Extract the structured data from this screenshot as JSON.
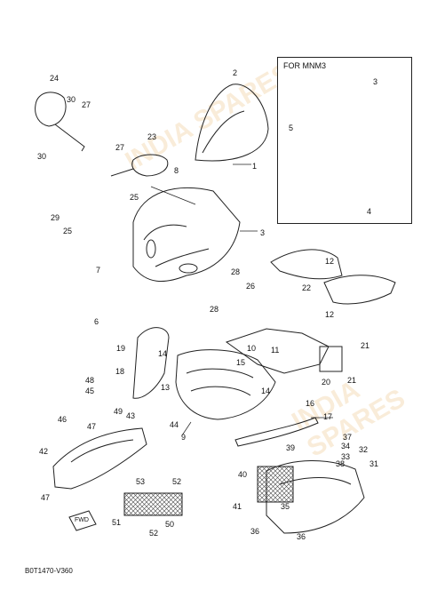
{
  "diagram": {
    "inset_title": "FOR MNM3",
    "drawing_code": "B0T1470-V360",
    "fwd_label": "FWD",
    "watermark": "INDIA SPARES",
    "colors": {
      "ink": "#222222",
      "watermark": "#f2d7ad",
      "mesh": "#444444"
    },
    "part_numbers": [
      "1",
      "2",
      "3",
      "4",
      "5",
      "6",
      "7",
      "8",
      "9",
      "10",
      "11",
      "12",
      "13",
      "14",
      "15",
      "16",
      "17",
      "18",
      "19",
      "20",
      "21",
      "22",
      "23",
      "24",
      "25",
      "26",
      "27",
      "28",
      "29",
      "30",
      "31",
      "32",
      "33",
      "34",
      "35",
      "36",
      "37",
      "38",
      "39",
      "40",
      "41",
      "42",
      "43",
      "44",
      "45",
      "46",
      "47",
      "48",
      "49",
      "50",
      "51",
      "52",
      "53"
    ]
  }
}
